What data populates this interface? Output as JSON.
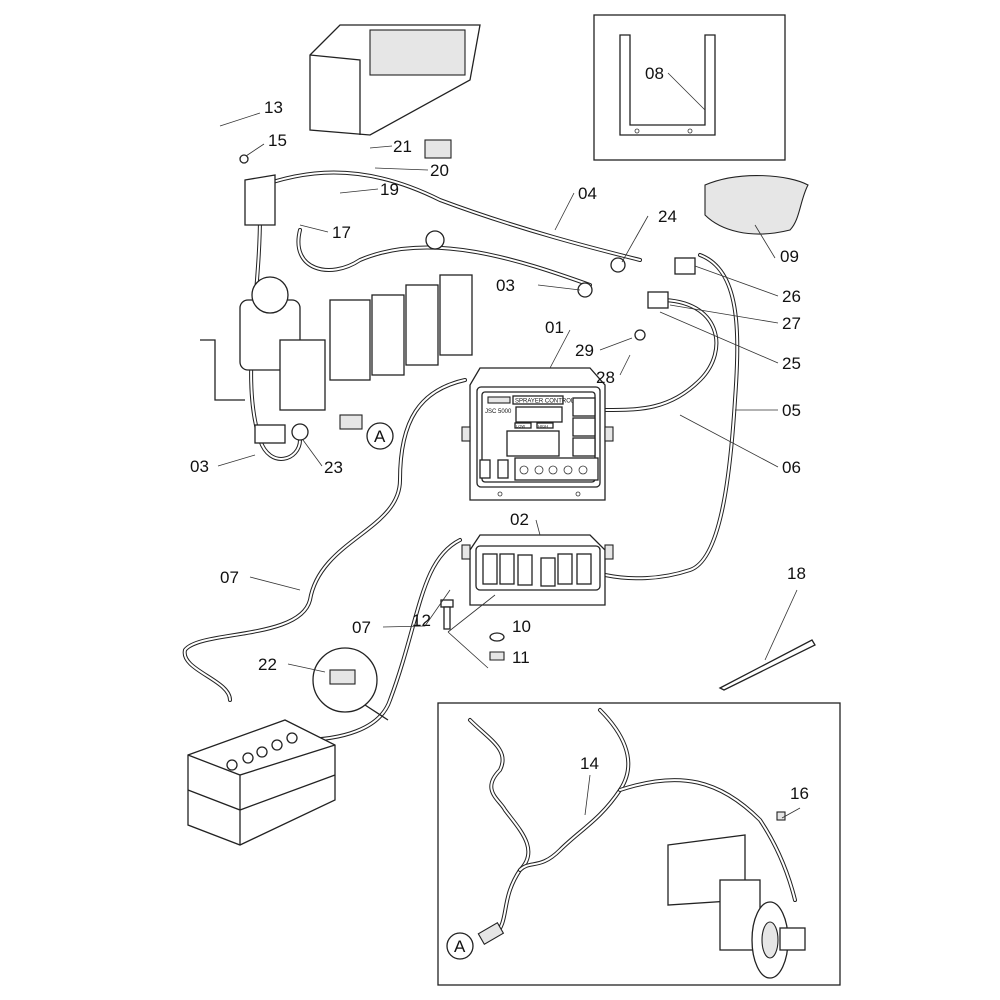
{
  "diagram": {
    "callouts": {
      "c13": "13",
      "c15": "15",
      "c21": "21",
      "c20": "20",
      "c19": "19",
      "c17": "17",
      "c08": "08",
      "c04": "04",
      "c24": "24",
      "c09": "09",
      "c03a": "03",
      "c26": "26",
      "c27": "27",
      "c01": "01",
      "c29": "29",
      "c25": "25",
      "c28": "28",
      "c05": "05",
      "cA1": "A",
      "c03b": "03",
      "c23": "23",
      "c06": "06",
      "c02": "02",
      "c18": "18",
      "c07a": "07",
      "c12": "12",
      "c07b": "07",
      "c10": "10",
      "c11": "11",
      "c22": "22",
      "c14": "14",
      "c16": "16",
      "cA2": "A"
    },
    "controller": {
      "brand_panel": "SPRAYER CONTROL",
      "model": "JSC 5000",
      "btn_low": "LOW",
      "btn_high": "HIGH"
    }
  }
}
